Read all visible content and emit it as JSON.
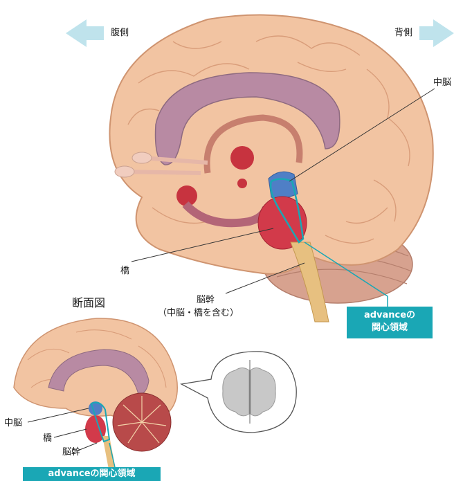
{
  "orientation": {
    "left_label": "腹側",
    "right_label": "背側",
    "arrow_color": "#bfe3ec"
  },
  "main_labels": {
    "midbrain": "中脳",
    "pons": "橋",
    "brainstem": "脳幹",
    "brainstem_note": "（中脳・橋を含む）"
  },
  "main_tag": {
    "line1": "advanceの",
    "line2": "関心領域"
  },
  "section": {
    "title": "断面図",
    "midbrain": "中脳",
    "pons": "橋",
    "brainstem": "脳幹",
    "tag": "advanceの関心領域"
  },
  "colors": {
    "accent": "#1aa7b5",
    "cortex": "#f2c4a2",
    "midbrain": "#4f7fc6",
    "pons": "#d23a4a",
    "corpus_callosum": "#b88aa3"
  }
}
